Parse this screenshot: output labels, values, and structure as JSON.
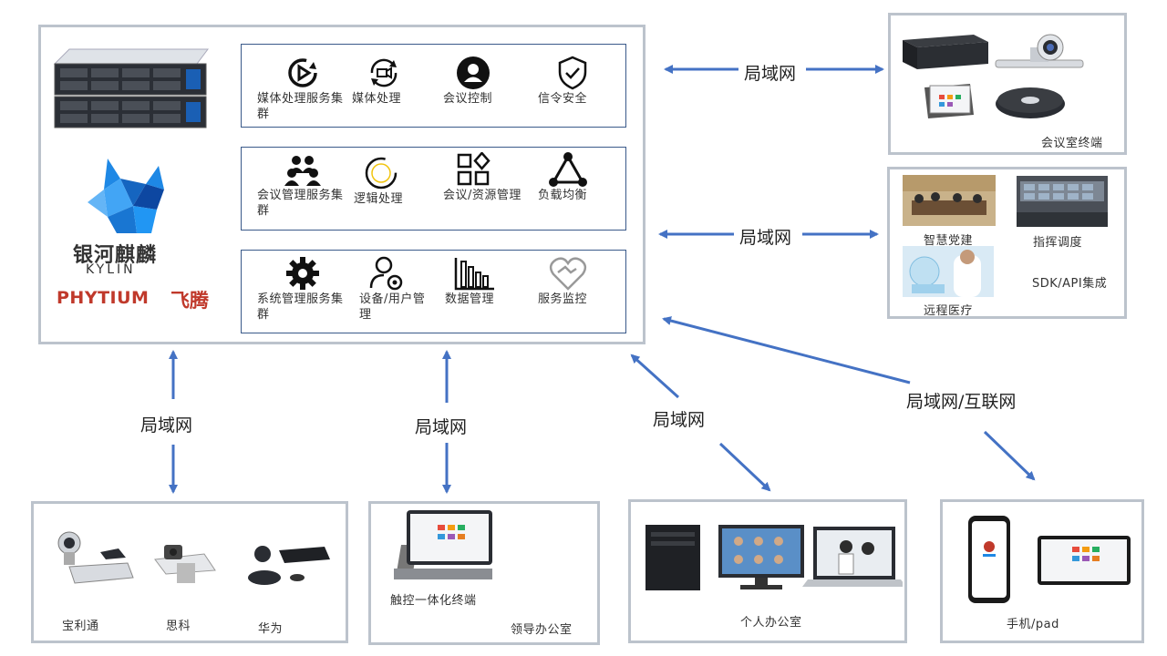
{
  "server": {
    "kylin_cn": "银河麒麟",
    "kylin_en": "KYLIN",
    "phytium_en": "PHYTIUM",
    "phytium_cn": "飞腾"
  },
  "groups": [
    {
      "items": [
        {
          "label": "媒体处理服务集群",
          "icon": "play-refresh-icon"
        },
        {
          "label": "媒体处理",
          "icon": "video-sync-icon"
        },
        {
          "label": "会议控制",
          "icon": "user-circle-icon"
        },
        {
          "label": "信令安全",
          "icon": "shield-check-icon"
        }
      ]
    },
    {
      "items": [
        {
          "label": "会议管理服务集群",
          "icon": "users-group-icon"
        },
        {
          "label": "逻辑处理",
          "icon": "ring-icon"
        },
        {
          "label": "会议/资源管理",
          "icon": "apps-grid-icon"
        },
        {
          "label": "负载均衡",
          "icon": "triangle-nodes-icon"
        }
      ]
    },
    {
      "items": [
        {
          "label": "系统管理服务集群",
          "icon": "gear-icon"
        },
        {
          "label": "设备/用户管理",
          "icon": "user-settings-icon"
        },
        {
          "label": "数据管理",
          "icon": "bar-chart-icon"
        },
        {
          "label": "服务监控",
          "icon": "heart-handshake-icon"
        }
      ]
    }
  ],
  "networks": {
    "lan_top": "局域网",
    "lan_mid": "局域网",
    "lan_left": "局域网",
    "lan_center": "局域网",
    "lan_diag": "局域网",
    "lan_internet": "局域网/互联网"
  },
  "right": {
    "meeting_room": "会议室终端",
    "party": "智慧党建",
    "command": "指挥调度",
    "medical": "远程医疗",
    "sdk": "SDK/API集成"
  },
  "bottom": {
    "polycom": "宝利通",
    "cisco": "思科",
    "huawei": "华为",
    "touch": "触控一体化终端",
    "leader": "领导办公室",
    "personal": "个人办公室",
    "mobile": "手机/pad"
  },
  "colors": {
    "arrow": "#4472c4",
    "frame": "#bcc3cc",
    "box": "#3a5a8a",
    "accent_red": "#c0392b"
  }
}
